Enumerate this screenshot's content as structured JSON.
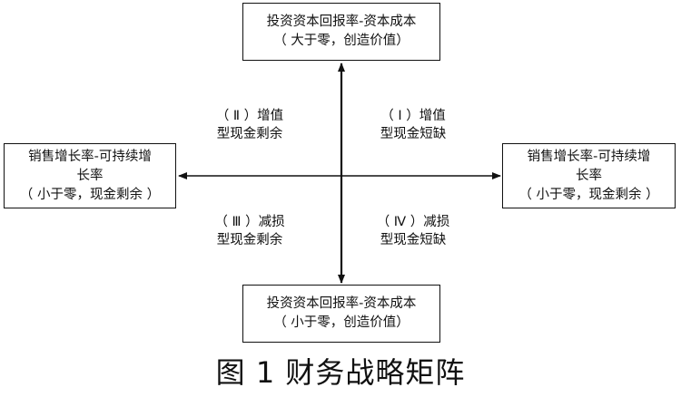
{
  "boxes": {
    "top": {
      "line1": "投资资本回报率-资本成本",
      "line2": "（ 大于零，创造价值）"
    },
    "bottom": {
      "line1": "投资资本回报率-资本成本",
      "line2": "（ 小于零，创造价值）"
    },
    "left": {
      "line1": "销售增长率-可持续增",
      "line2": "长率",
      "line3": "（ 小于零，现金剩余 ）"
    },
    "right": {
      "line1": "销售增长率-可持续增",
      "line2": "长率",
      "line3": "（ 小于零，现金剩余 ）"
    }
  },
  "quadrants": {
    "q1": {
      "line1": "（ Ⅰ ）增值",
      "line2": "型现金短缺"
    },
    "q2": {
      "line1": "（ Ⅱ ）增值",
      "line2": "型现金剩余"
    },
    "q3": {
      "line1": "（ Ⅲ ）减损",
      "line2": "型现金剩余"
    },
    "q4": {
      "line1": "（ Ⅳ ）减损",
      "line2": "型现金短缺"
    }
  },
  "caption": "图 1  财务战略矩阵",
  "colors": {
    "line": "#111111",
    "background": "#ffffff"
  }
}
